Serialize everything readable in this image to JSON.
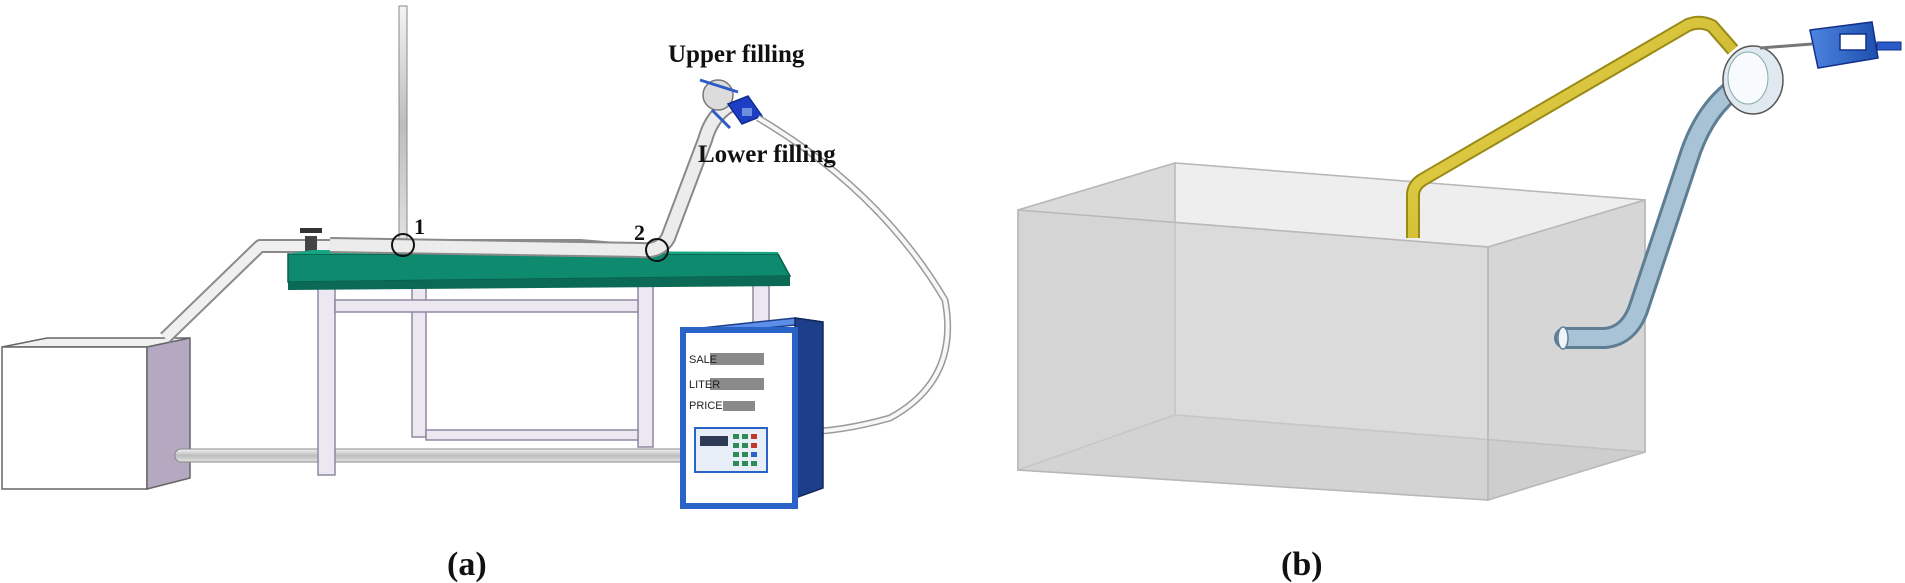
{
  "panels": [
    {
      "caption": "(a)",
      "annotations": {
        "upper": "Upper filling",
        "lower": "Lower filling",
        "point1": "1",
        "point2": "2"
      },
      "dispenser_labels": [
        "SALE",
        "LITER",
        "PRICE"
      ]
    },
    {
      "caption": "(b)"
    }
  ],
  "colors": {
    "table_top": "#0e8a6e",
    "dispenser": "#2a63c8",
    "nozzle": "#1e3fc4",
    "upper_pipe": "#d8c12e",
    "lower_pipe": "#8fb0c6"
  }
}
